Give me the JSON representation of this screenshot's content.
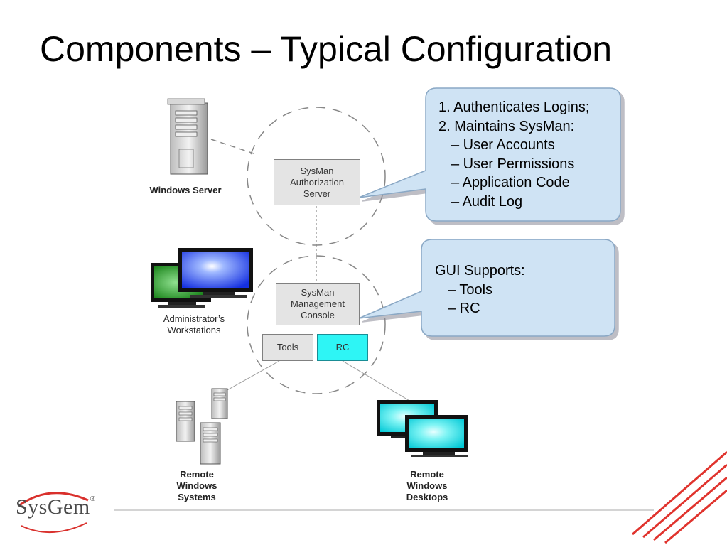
{
  "title": "Components – Typical Configuration",
  "nodes": {
    "windows_server": "Windows Server",
    "admin_workstations": [
      "Administrator’s",
      "Workstations"
    ],
    "remote_systems": [
      "Remote",
      "Windows",
      "Systems"
    ],
    "remote_desktops": [
      "Remote",
      "Windows",
      "Desktops"
    ],
    "auth_server": [
      "SysMan",
      "Authorization",
      "Server"
    ],
    "mgmt_console": [
      "SysMan",
      "Management",
      "Console"
    ],
    "tools": "Tools",
    "rc": "RC"
  },
  "callout_auth": [
    "1. Authenticates Logins;",
    "2. Maintains SysMan:",
    "– User Accounts",
    "– User Permissions",
    "– Application Code",
    "– Audit Log"
  ],
  "callout_gui": [
    "GUI Supports:",
    "– Tools",
    "– RC"
  ],
  "logo": {
    "text": "SysGem",
    "mark": "®"
  },
  "icons": {
    "server": "server-tower-icon",
    "monitor_blue": "monitor-icon",
    "monitor_cyan": "monitor-icon"
  },
  "colors": {
    "callout_fill": "#cfe3f4",
    "callout_border": "#8aa8c5",
    "rc_box": "#2ef5f5",
    "logo_red": "#d9302c",
    "logo_text": "#4a4a4a"
  }
}
